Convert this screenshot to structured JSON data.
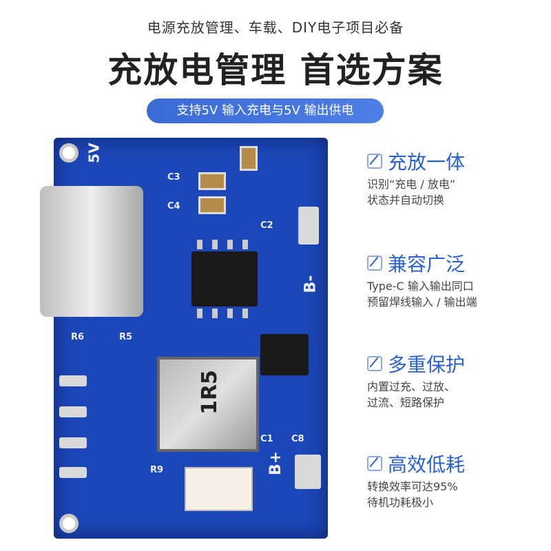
{
  "header": {
    "subtitle": "电源充放管理、车载、DIY电子项目必备",
    "title": "充放电管理 首选方案",
    "pill": "支持5V 输入充电与5V 输出供电"
  },
  "board": {
    "labels": {
      "v5": "5V",
      "bminus": "B-",
      "bplus": "B+",
      "c1": "C1",
      "c8": "C8",
      "c3": "C3",
      "c4": "C4",
      "c2": "C2",
      "r6": "R6",
      "r5": "R5",
      "r9": "R9",
      "inductor": "1R5"
    }
  },
  "features": [
    {
      "icon": "check-box-icon",
      "title": "充放一体",
      "lines": [
        "识别“充电 / 放电”",
        "状态并自动切换"
      ]
    },
    {
      "icon": "check-box-icon",
      "title": "兼容广泛",
      "lines": [
        "Type-C 输入输出同口",
        "预留焊线输入 / 输出端"
      ]
    },
    {
      "icon": "check-box-icon",
      "title": "多重保护",
      "lines": [
        "内置过充、过放、",
        "过流、短路保护"
      ]
    },
    {
      "icon": "check-box-icon",
      "title": "高效低耗",
      "lines": [
        "转换效率可达95%",
        "待机功耗极小"
      ]
    }
  ],
  "colors": {
    "accent": "#2a61d0",
    "pcb": "#1c47b8"
  }
}
